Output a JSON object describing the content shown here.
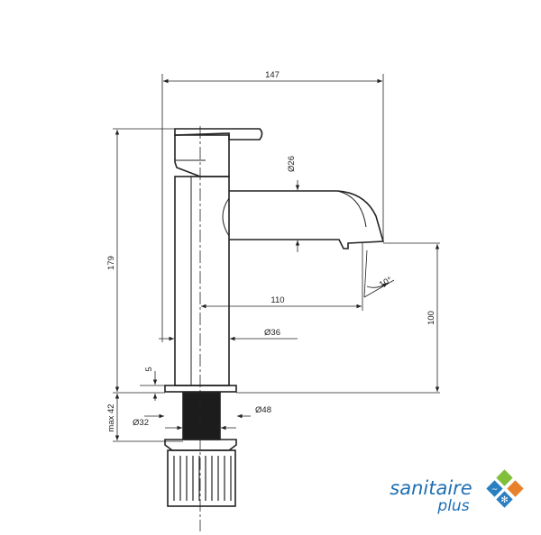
{
  "dimensions": {
    "overall_width": "147",
    "height": "179",
    "spout_diameter": "Ø26",
    "reach": "110",
    "spout_height": "100",
    "angle": "10°",
    "body_diameter": "Ø36",
    "washer_thickness": "5",
    "base_diameter": "Ø48",
    "max_thickness": "max 42",
    "shank_diameter": "Ø32"
  },
  "logo": {
    "line1": "sanitaire",
    "line2": "plus",
    "colors": {
      "blue": "#2a7fc1",
      "green": "#7fbf3a",
      "orange": "#e8812b",
      "text": "#1e6fb3"
    }
  }
}
